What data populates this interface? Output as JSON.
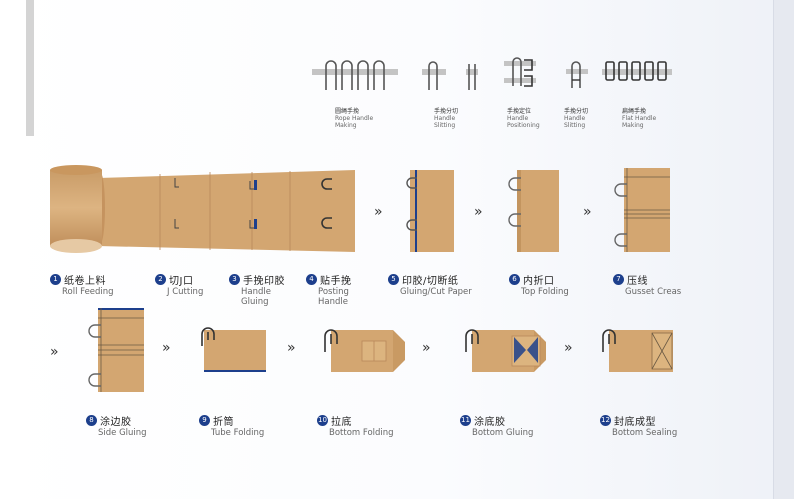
{
  "handle_types": [
    {
      "cn": "圆绳手挽",
      "en": [
        "Rope Handle",
        "Making"
      ]
    },
    {
      "cn": "手挽分切",
      "en": [
        "Handle",
        "Slitting"
      ]
    },
    {
      "cn": "手挽定位",
      "en": [
        "Handle",
        "Positioning"
      ]
    },
    {
      "cn": "手挽分切",
      "en": [
        "Handle",
        "Slitting"
      ]
    },
    {
      "cn": "扁绳手挽",
      "en": [
        "Flat Handle",
        "Making"
      ]
    }
  ],
  "steps": [
    {
      "num": "1",
      "cn": "纸卷上料",
      "en": [
        "Roll Feeding"
      ]
    },
    {
      "num": "2",
      "cn": "切J口",
      "en": [
        "J Cutting"
      ]
    },
    {
      "num": "3",
      "cn": "手挽印胶",
      "en": [
        "Handle",
        "Gluing"
      ]
    },
    {
      "num": "4",
      "cn": "贴手挽",
      "en": [
        "Posting",
        "Handle"
      ]
    },
    {
      "num": "5",
      "cn": "印胶/切断纸",
      "en": [
        "Gluing/Cut Paper"
      ]
    },
    {
      "num": "6",
      "cn": "内折口",
      "en": [
        "Top Folding"
      ]
    },
    {
      "num": "7",
      "cn": "压线",
      "en": [
        "Gusset Creas"
      ]
    },
    {
      "num": "8",
      "cn": "涂边胶",
      "en": [
        "Side Gluing"
      ]
    },
    {
      "num": "9",
      "cn": "折筒",
      "en": [
        "Tube Folding"
      ]
    },
    {
      "num": "10",
      "cn": "拉底",
      "en": [
        "Bottom Folding"
      ]
    },
    {
      "num": "11",
      "cn": "涂底胶",
      "en": [
        "Bottom Gluing"
      ]
    },
    {
      "num": "12",
      "cn": "封底成型",
      "en": [
        "Bottom Sealing"
      ]
    }
  ],
  "arrow_symbol": "»",
  "colors": {
    "kraft": "#d2a673",
    "kraft_dark": "#b8875a",
    "glue_blue": "#1d3f8c",
    "handle_gray": "#9a9a9a"
  }
}
